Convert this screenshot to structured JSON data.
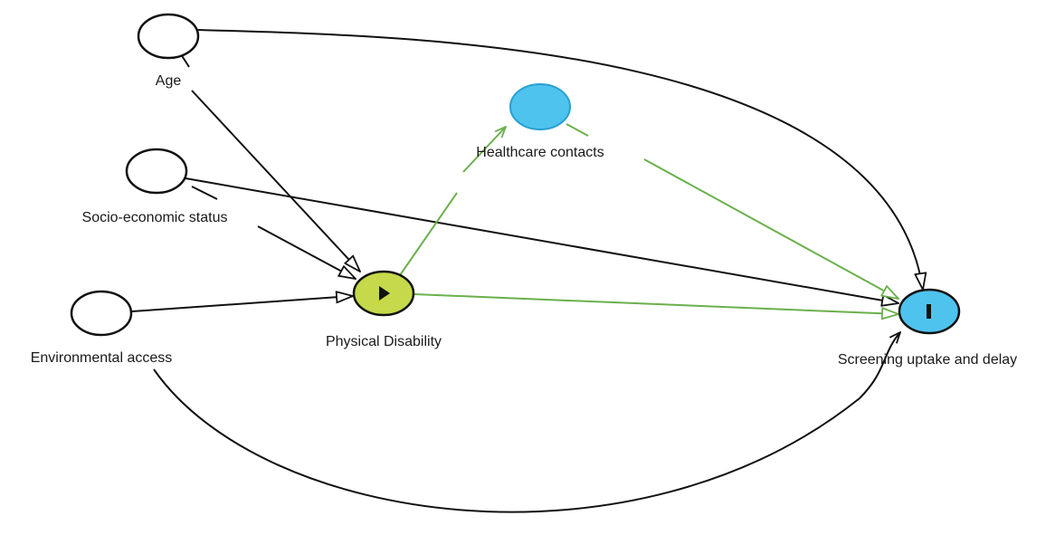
{
  "colors": {
    "edge_default": "#111111",
    "edge_causal": "#6ab04c",
    "node_default_fill": "#ffffff",
    "exposure_fill": "#c5d94a",
    "mediator_fill": "#4ec3ee",
    "outcome_fill": "#4ec3ee",
    "node_stroke": "#111111"
  },
  "nodes": {
    "age": {
      "label": "Age",
      "role": "ancestor"
    },
    "ses": {
      "label": "Socio-economic status",
      "role": "ancestor"
    },
    "env": {
      "label": "Environmental access",
      "role": "ancestor"
    },
    "disability": {
      "label": "Physical Disability",
      "role": "exposure",
      "icon": "play-icon"
    },
    "healthcare": {
      "label": "Healthcare contacts",
      "role": "mediator"
    },
    "screening": {
      "label": "Screening uptake and delay",
      "role": "outcome",
      "icon": "outcome-bar-icon"
    }
  },
  "edges": [
    {
      "from": "age",
      "to": "screening",
      "style": "default"
    },
    {
      "from": "age",
      "to": "disability",
      "style": "default"
    },
    {
      "from": "ses",
      "to": "disability",
      "style": "default"
    },
    {
      "from": "ses",
      "to": "screening",
      "style": "default"
    },
    {
      "from": "env",
      "to": "disability",
      "style": "default"
    },
    {
      "from": "env",
      "to": "screening",
      "style": "default"
    },
    {
      "from": "disability",
      "to": "healthcare",
      "style": "causal"
    },
    {
      "from": "healthcare",
      "to": "screening",
      "style": "causal"
    },
    {
      "from": "disability",
      "to": "screening",
      "style": "causal"
    }
  ]
}
